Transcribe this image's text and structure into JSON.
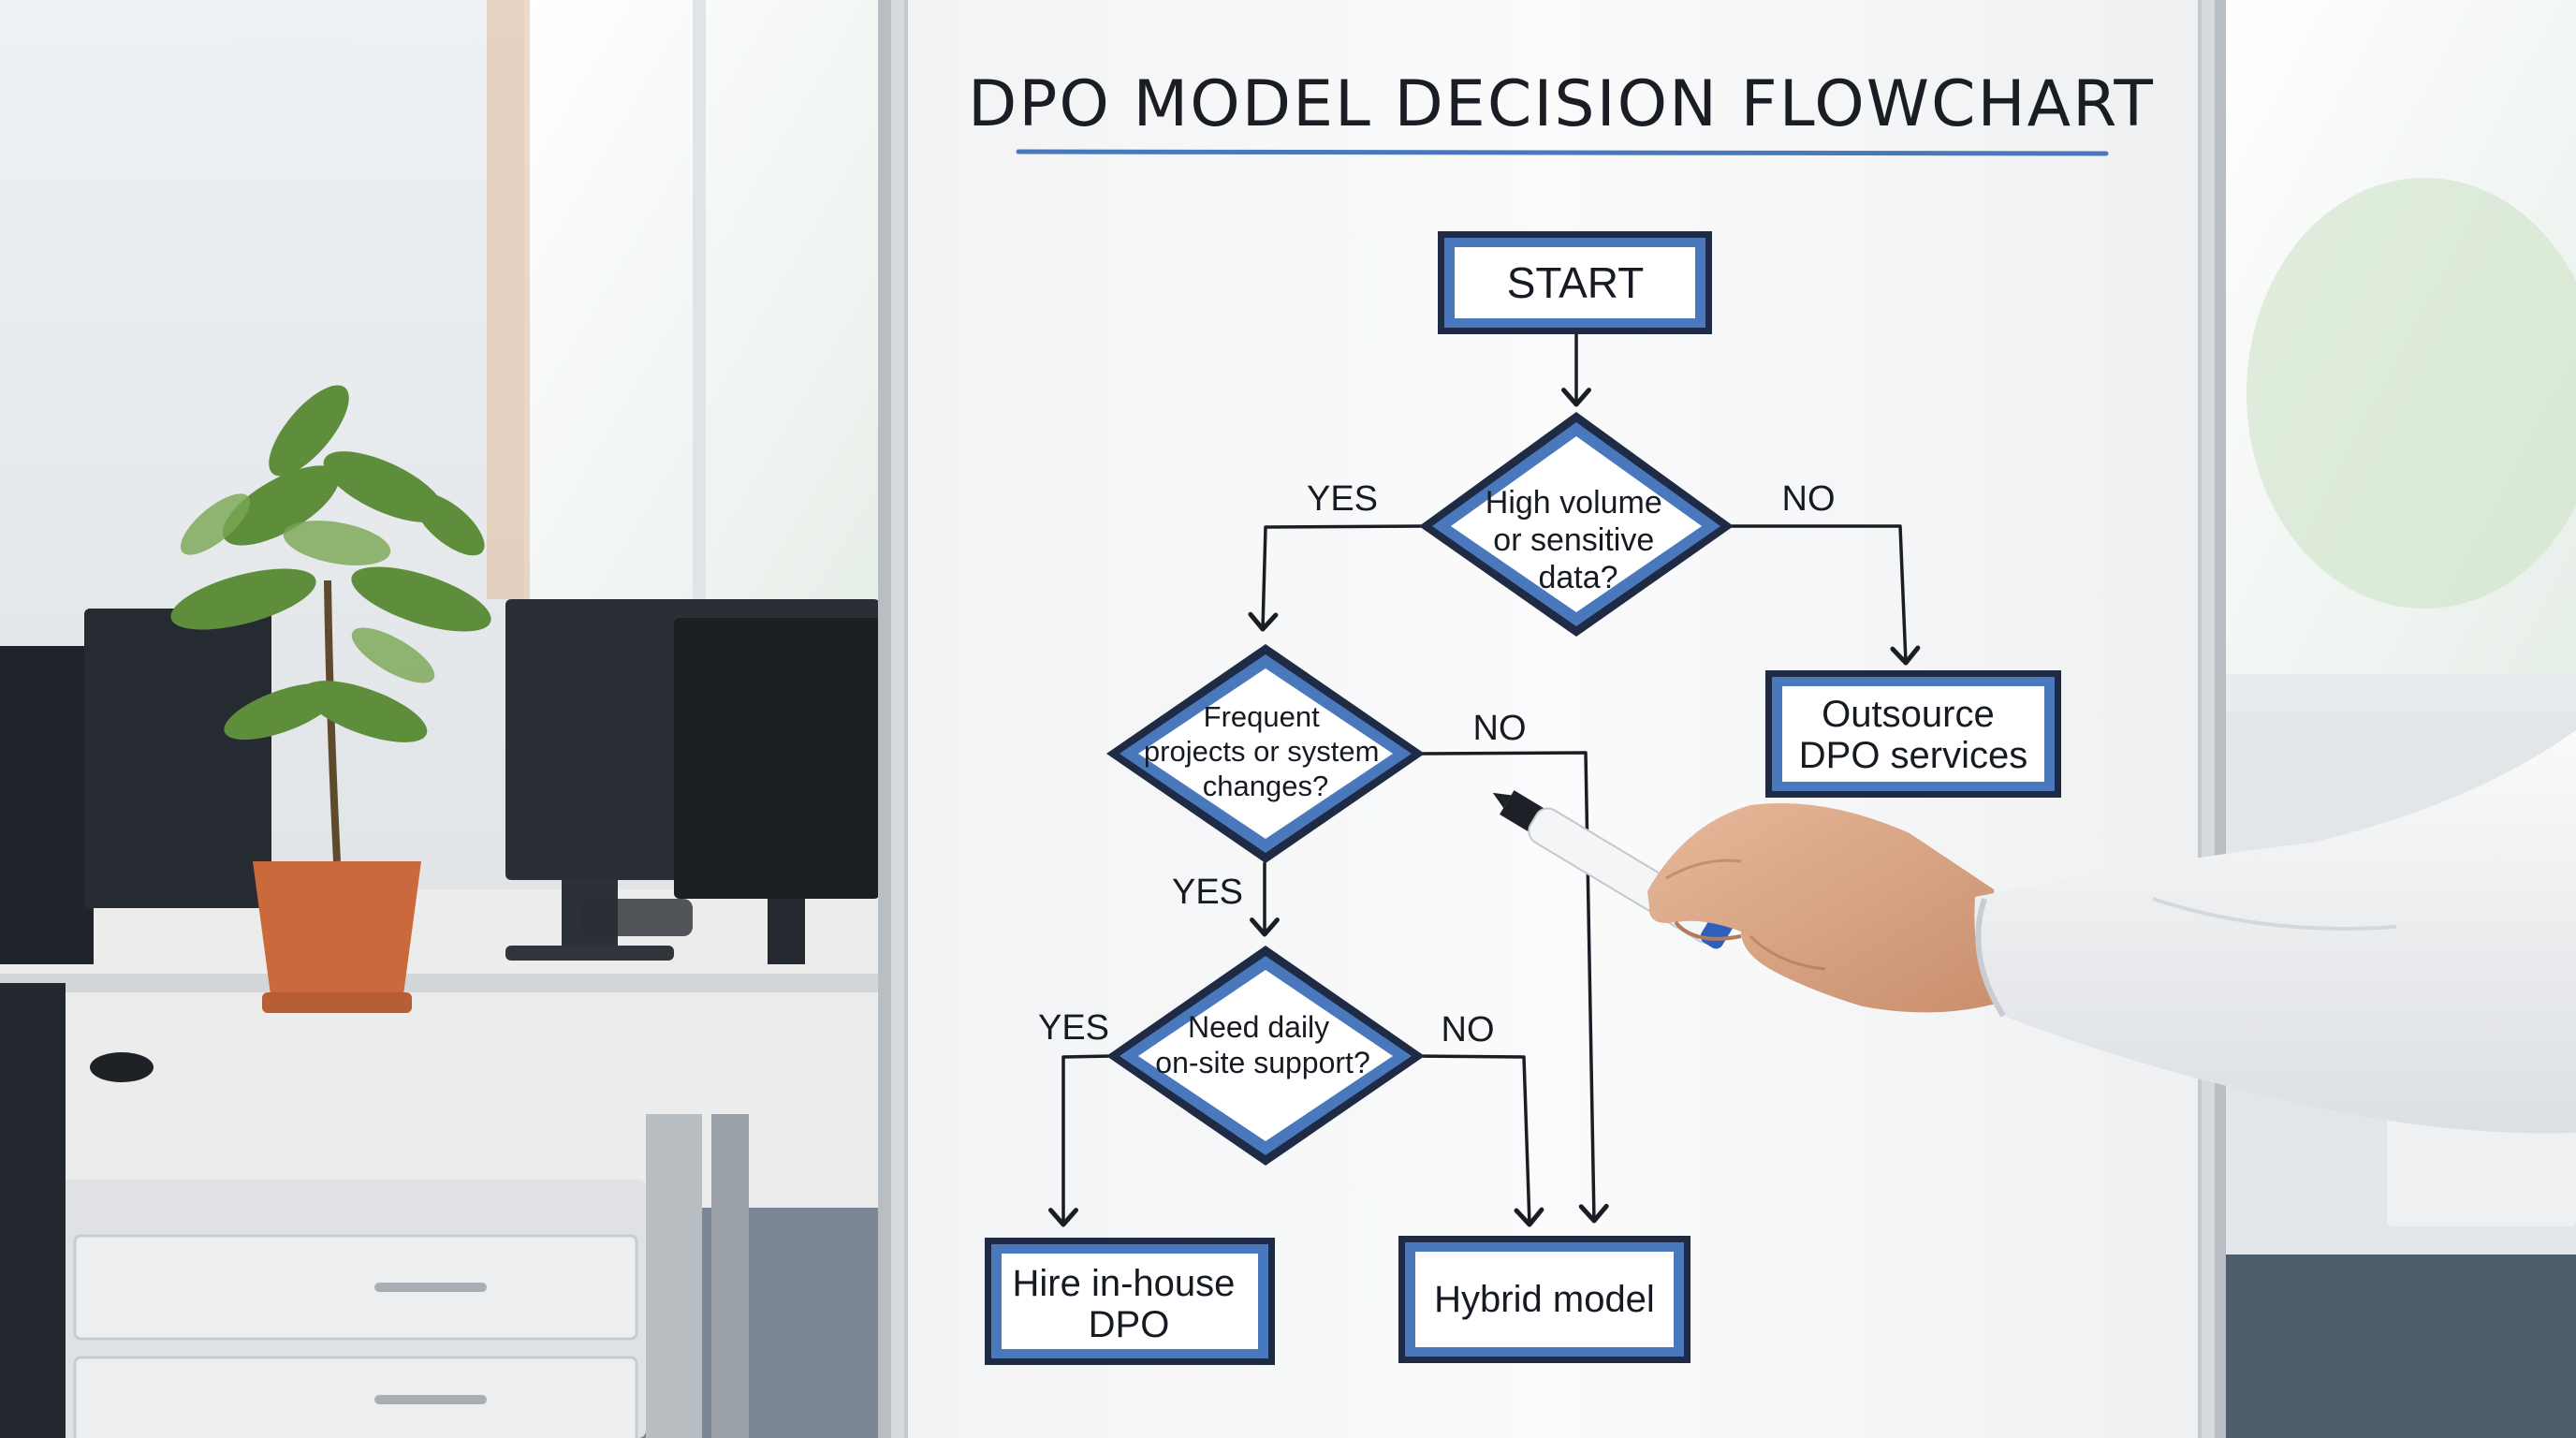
{
  "whiteboard": {
    "title": "DPO MODEL DECISION FLOWCHART",
    "accent_color": "#4a78bd",
    "ink_color": "#161a22"
  },
  "flowchart": {
    "start": "START",
    "q1": [
      "High volume",
      "or sensitive",
      "data?"
    ],
    "q2": [
      "Frequent",
      "projects or system",
      "changes?"
    ],
    "q3": [
      "Need daily",
      "on-site support?"
    ],
    "outcome_outsource": [
      "Outsource",
      "DPO services"
    ],
    "outcome_inhouse": [
      "Hire in-house",
      "DPO"
    ],
    "outcome_hybrid": "Hybrid model",
    "labels": {
      "q1_yes": "YES",
      "q1_no": "NO",
      "q2_yes": "YES",
      "q2_no": "NO",
      "q3_yes": "YES",
      "q3_no": "NO"
    }
  },
  "scene": {
    "background": "office",
    "objects": [
      "potted-plant",
      "computer-monitors",
      "desk",
      "drawer-cabinet",
      "marker",
      "hand"
    ]
  }
}
